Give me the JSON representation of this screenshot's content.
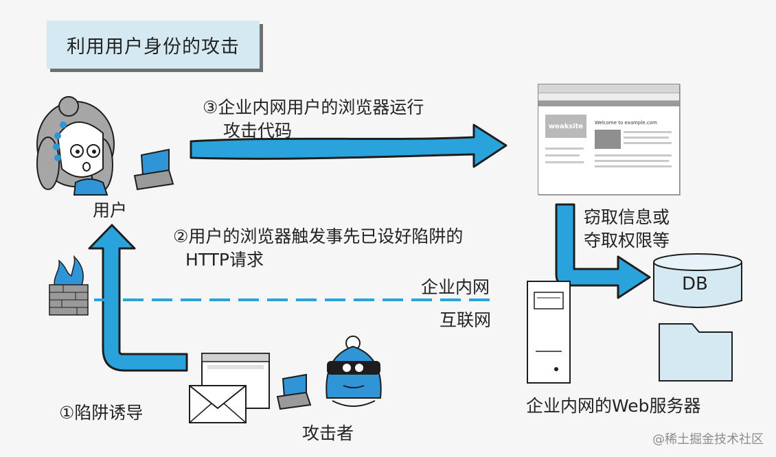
{
  "title": "利用用户身份的攻击",
  "labels": {
    "user": "用户",
    "step3_line1": "③企业内网用户的浏览器运行",
    "step3_line2": "攻击代码",
    "step2_line1": "②用户的浏览器触发事先已设好陷阱的",
    "step2_line2": "HTTP请求",
    "intranet": "企业内网",
    "internet": "互联网",
    "step1": "①陷阱诱导",
    "attacker": "攻击者",
    "steal_line1": "窃取信息或",
    "steal_line2": "夺取权限等",
    "db": "DB",
    "web_server": "企业内网的Web服务器",
    "browser_logo": "weaksite",
    "browser_welcome": "Welcome to example.com"
  },
  "watermark": "@稀土掘金技术社区",
  "colors": {
    "arrow": "#2aa3dd",
    "arrow_outline": "#1d1d1d",
    "title_bg": "#d5e9f3",
    "dashed_line": "#2aa3dd"
  }
}
